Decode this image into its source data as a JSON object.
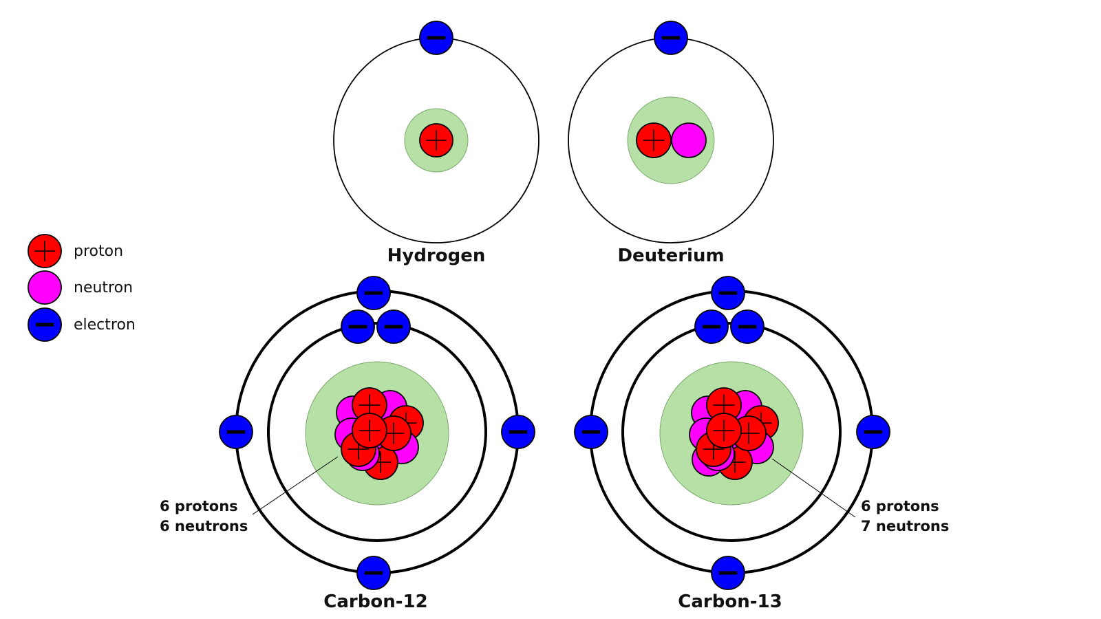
{
  "colors": {
    "proton": "#ff0000",
    "neutron": "#ff00ff",
    "electron": "#0000ff",
    "nucleus_bg": "#b7e0a6",
    "orbit": "#000000"
  },
  "legend": [
    {
      "kind": "proton",
      "label": "proton"
    },
    {
      "kind": "neutron",
      "label": "neutron"
    },
    {
      "kind": "electron",
      "label": "electron"
    }
  ],
  "atoms": [
    {
      "key": "hydrogen",
      "name": "Hydrogen",
      "protons": 1,
      "neutrons": 0,
      "electrons": 1
    },
    {
      "key": "deuterium",
      "name": "Deuterium",
      "protons": 1,
      "neutrons": 1,
      "electrons": 1
    },
    {
      "key": "carbon12",
      "name": "Carbon-12",
      "protons": 6,
      "neutrons": 6,
      "electrons": 6,
      "note": [
        "6 protons",
        "6 neutrons"
      ]
    },
    {
      "key": "carbon13",
      "name": "Carbon-13",
      "protons": 6,
      "neutrons": 7,
      "electrons": 6,
      "note": [
        "6 protons",
        "7 neutrons"
      ]
    }
  ]
}
